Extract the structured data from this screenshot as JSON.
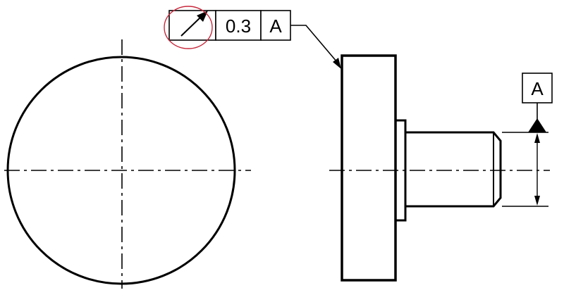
{
  "feature_control_frame": {
    "symbol": "circular-runout",
    "tolerance": "0.3",
    "datum_ref": "A"
  },
  "datum_feature": {
    "label": "A"
  },
  "colors": {
    "line": "#000000",
    "highlight_circle": "#c8283c",
    "background": "#ffffff"
  }
}
